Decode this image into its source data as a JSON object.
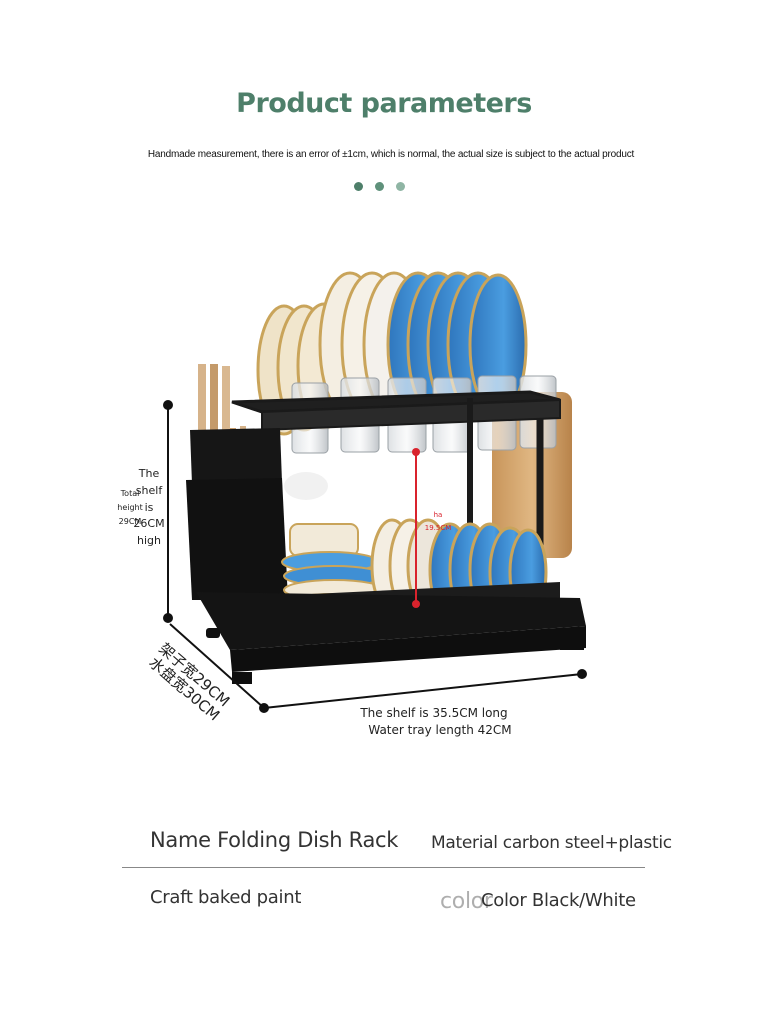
{
  "header": {
    "title": "Product parameters",
    "subtitle": "Handmade measurement, there is an error of ±1cm, which is normal, the actual size is subject to the actual product"
  },
  "indicator_dots": [
    "#4e7f6a",
    "#5f917b",
    "#8fb5a4"
  ],
  "dimensions": {
    "shelf_height": [
      "The",
      "shelf",
      "is",
      "26CM",
      "high"
    ],
    "total_height": [
      "Total",
      "height",
      "29CM"
    ],
    "inner_label_top": "ha",
    "inner_height": "19.5CM",
    "depth_line1": "架子宽29CM",
    "depth_line2": "水盘宽30CM",
    "length_line1": "The shelf is 35.5CM long",
    "length_line2": "Water tray length 42CM"
  },
  "specs": {
    "name": "Name Folding Dish Rack",
    "material": "Material carbon steel+plastic",
    "craft": "Craft baked paint",
    "color_watermark": "color",
    "color": "Color Black/White"
  },
  "colors": {
    "title": "#4e7f6a",
    "rack": "#1a1a1a",
    "plate_blue": "#3f8fd4",
    "plate_cream": "#efe6d2",
    "wood": "#d2a46a",
    "measure_red": "#d9232d"
  }
}
